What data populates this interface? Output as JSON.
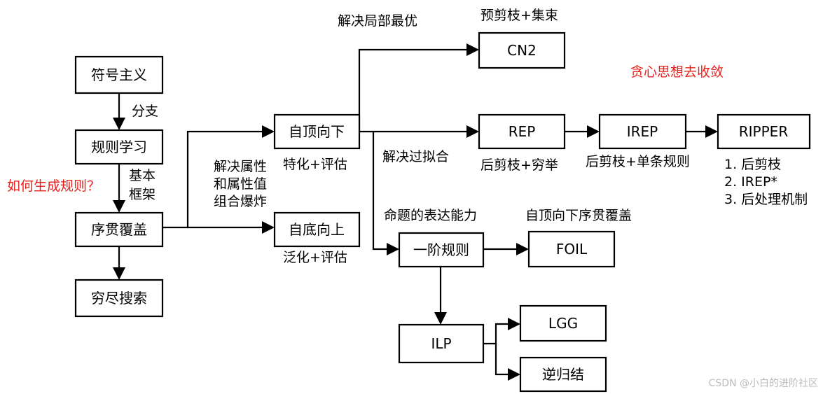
{
  "colors": {
    "accent_red": "#e8201c",
    "line": "#000000",
    "watermark": "#bbbbbb"
  },
  "nodes": {
    "symbolism": "符号主义",
    "rule_learning": "规则学习",
    "sequential_covering": "序贯覆盖",
    "exhaustive_search": "穷尽搜索",
    "top_down": "自顶向下",
    "bottom_up": "自底向上",
    "cn2": "CN2",
    "rep": "REP",
    "irep": "IREP",
    "ripper": "RIPPER",
    "first_order": "一阶规则",
    "foil": "FOIL",
    "ilp": "ILP",
    "lgg": "LGG",
    "inverse_resolution": "逆归结"
  },
  "labels": {
    "branch": "分支",
    "basic_framework_1": "基本",
    "basic_framework_2": "框架",
    "how_generate_rules": "如何生成规则？",
    "attr_explosion_1": "解决属性",
    "attr_explosion_2": "和属性值",
    "attr_explosion_3": "组合爆炸",
    "specialize_eval": "特化+评估",
    "generalize_eval": "泛化+评估",
    "solve_local_optimum": "解决局部最优",
    "prepruning_beam": "预剪枝+集束",
    "solve_overfitting": "解决过拟合",
    "postpruning_exhaustive": "后剪枝+穷举",
    "postpruning_single_rule": "后剪枝+单条规则",
    "greedy_convergence": "贪心思想去收敛",
    "ripper_1": "1. 后剪枝",
    "ripper_2": "2. IREP*",
    "ripper_3": "3. 后处理机制",
    "expressiveness": "命题的表达能力",
    "top_down_sequential": "自顶向下序贯覆盖",
    "watermark": "CSDN @小白的进阶社区"
  }
}
